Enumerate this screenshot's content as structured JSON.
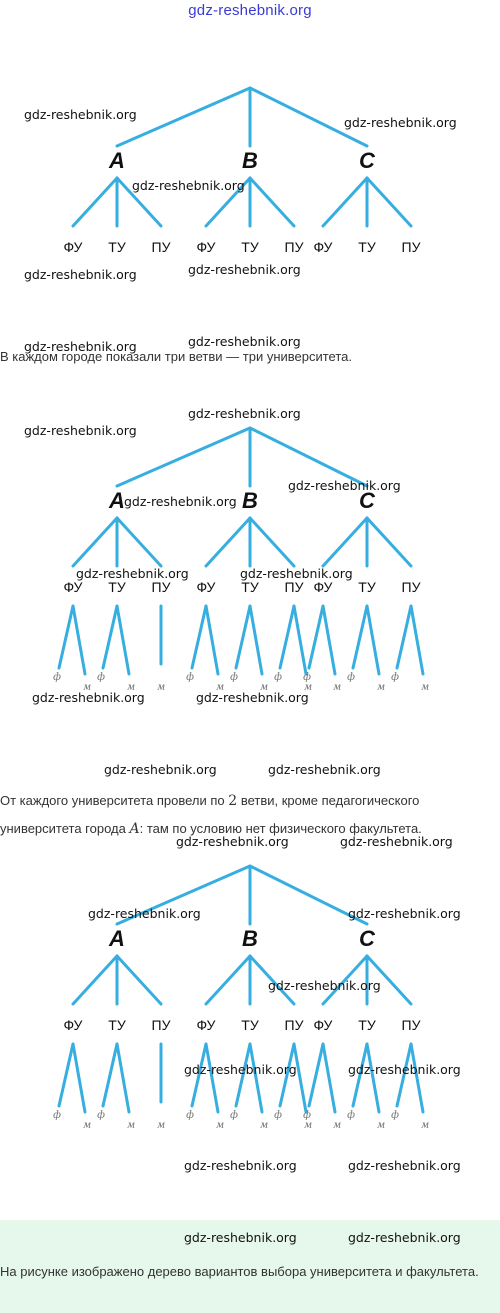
{
  "header": {
    "site": "gdz-reshebnik.org"
  },
  "watermark": "gdz-reshebnik.org",
  "cities": [
    "A",
    "B",
    "C"
  ],
  "universities": [
    "ФУ",
    "ТУ",
    "ПУ"
  ],
  "faculties": {
    "physics": "ф",
    "math": "м"
  },
  "captions": {
    "first": "В каждом городе показали три ветви — три университета.",
    "second_a": "От каждого университета провели по ",
    "second_num": "2",
    "second_b": " ветви, кроме педагогического университета города ",
    "second_city": "A",
    "second_c": ": там по условию нет физического факультета.",
    "third": "На рисунке изображено дерево вариантов выбора университета и факультета."
  },
  "colors": {
    "edge": "#36aee0",
    "note_bg": "#e6f7ec",
    "header_link": "#3b3bd6"
  }
}
